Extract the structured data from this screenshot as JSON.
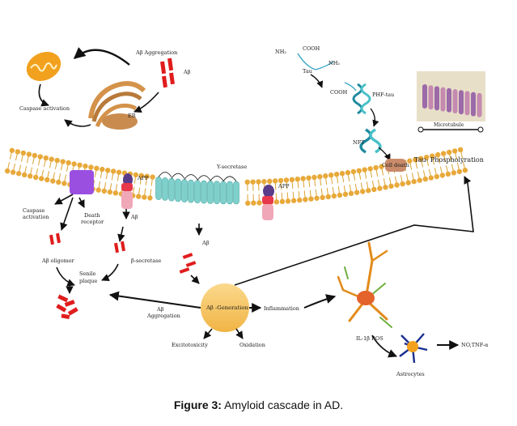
{
  "caption": {
    "prefix": "Figure 3:",
    "text": "Amyloid cascade in AD."
  },
  "labels": {
    "ab_aggregation_top": "Aβ Aggregation",
    "ab_top": "Aβ",
    "er": "ER",
    "caspase_activation_top": "Caspase activation",
    "nh2_1": "NH₂",
    "cooh_1": "COOH",
    "tau": "Tau",
    "nh2_2": "NH₂",
    "cooh_2": "COOH",
    "phf_tau": "PHF-tau",
    "nft": "NFT",
    "cell_death": "Cell death",
    "microtubule": "Microtubule",
    "tau_phos": "Tau- Phospholyration",
    "app_left": "APP",
    "y_secretase": "Y-secretase",
    "app_right": "APP",
    "caspase_activation_left_1": "Caspase",
    "caspase_activation_left_2": "activation",
    "death_receptor_1": "Death",
    "death_receptor_2": "receptor",
    "ab_mid": "Aβ",
    "ab_oligomer": "Aβ oligomer",
    "b_secretase": "β-secretase",
    "ab_center": "Aβ",
    "senile_plaque_1": "Senile",
    "senile_plaque_2": "plaque",
    "ab_aggregation_bottom_1": "Aβ",
    "ab_aggregation_bottom_2": "Aggregation",
    "ab_generation": "Aβ -Generation",
    "inflammation": "Inflammation",
    "excitotoxicity": "Excitotoxicity",
    "oxidation": "Oxidation",
    "il1b_ros": "IL-1β  ROS",
    "astrocytes": "Astrocytes",
    "no_tnf": "NO,TNF-α"
  },
  "colors": {
    "membrane_head": "#e8a93a",
    "membrane_tail": "#d9a233",
    "receptor": "#9b4fe0",
    "secretase": "#7fd0cc",
    "app_pink": "#f0a8b8",
    "app_purple": "#5a3c8a",
    "ab_red": "#e01c1c",
    "generation": "#f7c96b",
    "mito": "#f2a11f"
  }
}
